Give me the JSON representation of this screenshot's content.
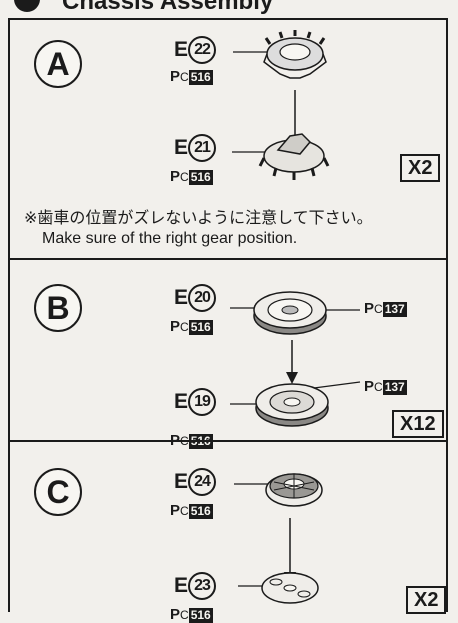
{
  "header": {
    "title": "Chassis Assembly"
  },
  "steps": [
    {
      "label": "A",
      "parts": [
        {
          "prefix": "E",
          "number": "22",
          "paint_prefix": "P",
          "paint_c": "C",
          "paint_code": "516"
        },
        {
          "prefix": "E",
          "number": "21",
          "paint_prefix": "P",
          "paint_c": "C",
          "paint_code": "516"
        }
      ],
      "quantity": "X2",
      "note_jp": "※歯車の位置がズレないように注意して下さい。",
      "note_en": "Make sure of the right gear position."
    },
    {
      "label": "B",
      "parts": [
        {
          "prefix": "E",
          "number": "20",
          "paint_prefix": "P",
          "paint_c": "C",
          "paint_code": "516",
          "side_paint_code": "137"
        },
        {
          "prefix": "E",
          "number": "19",
          "paint_prefix": "P",
          "paint_c": "C",
          "paint_code": "516",
          "side_paint_code": "137"
        }
      ],
      "quantity": "X12"
    },
    {
      "label": "C",
      "parts": [
        {
          "prefix": "E",
          "number": "24",
          "paint_prefix": "P",
          "paint_c": "C",
          "paint_code": "516"
        },
        {
          "prefix": "E",
          "number": "23",
          "paint_prefix": "P",
          "paint_c": "C",
          "paint_code": "516"
        }
      ],
      "quantity": "X2"
    }
  ]
}
